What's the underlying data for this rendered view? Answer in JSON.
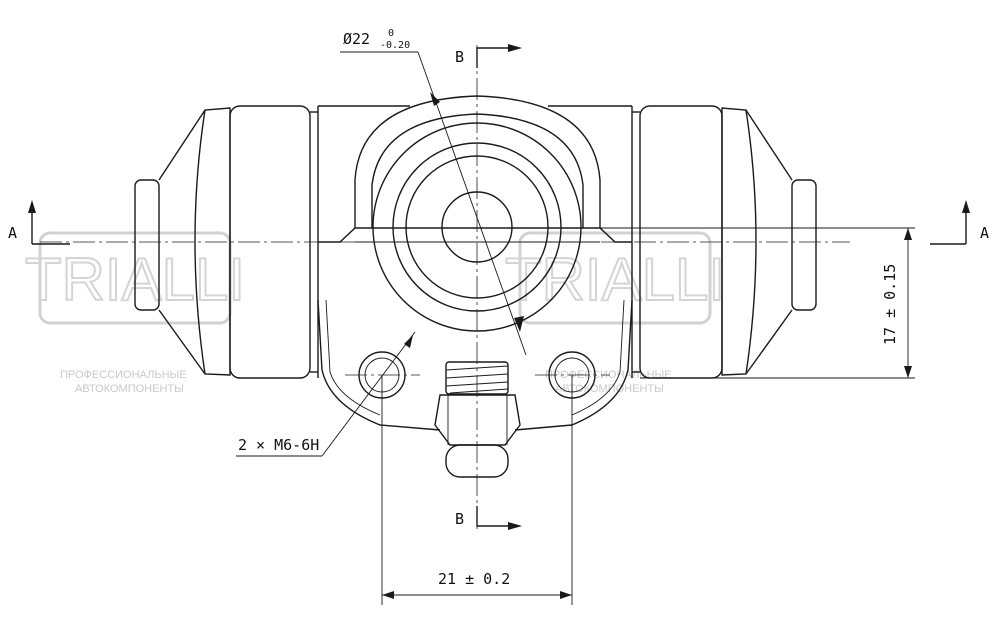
{
  "labels": {
    "diameter": "Ø22",
    "diameter_upper_tol": "0",
    "diameter_lower_tol": "-0.20",
    "section_a": "A",
    "section_b": "B",
    "thread": "2 × M6-6H",
    "dim_height": "17 ± 0.15",
    "dim_width": "21 ± 0.2"
  },
  "watermark": {
    "brand": "TRIALLI",
    "line1": "ПРОФЕССИОНАЛЬНЫЕ",
    "line2": "АВТОКОМПОНЕНТЫ"
  },
  "colors": {
    "line": "#1a1a1a",
    "watermark": "#c9c9c9",
    "background": "#ffffff"
  }
}
